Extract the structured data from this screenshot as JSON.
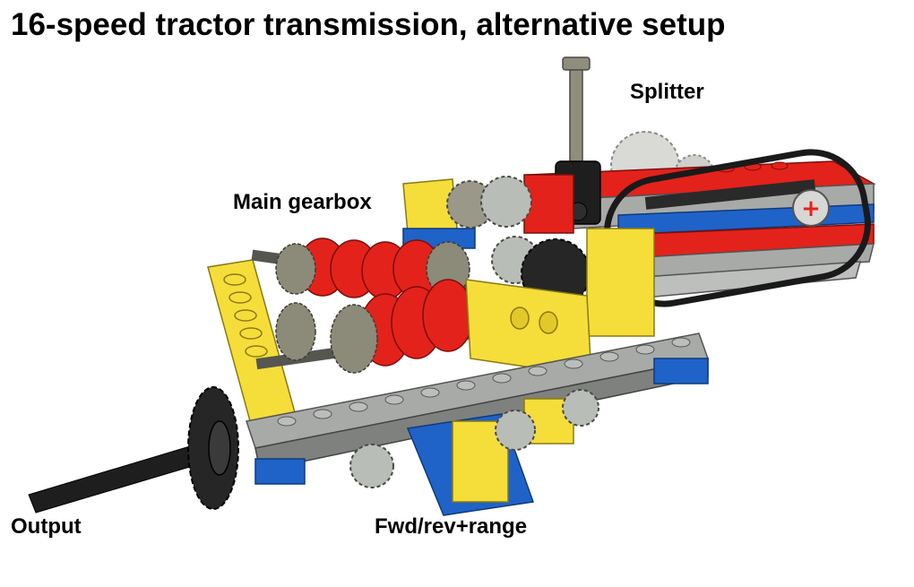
{
  "title": "16-speed tractor transmission, alternative setup",
  "labels": {
    "splitter": "Splitter",
    "main_gearbox": "Main gearbox",
    "output": "Output",
    "fwd_rev_range": "Fwd/rev+range"
  },
  "colors": {
    "yellow": "#f5de3a",
    "yellow_dark": "#c9b020",
    "red": "#e3221b",
    "red_dark": "#a81510",
    "blue": "#1f63c8",
    "gray": "#a8aaa8",
    "gray_dark": "#6f716f",
    "dark_gray": "#55564f",
    "black": "#1a1a1a",
    "tan_gear": "#8c8a78"
  }
}
